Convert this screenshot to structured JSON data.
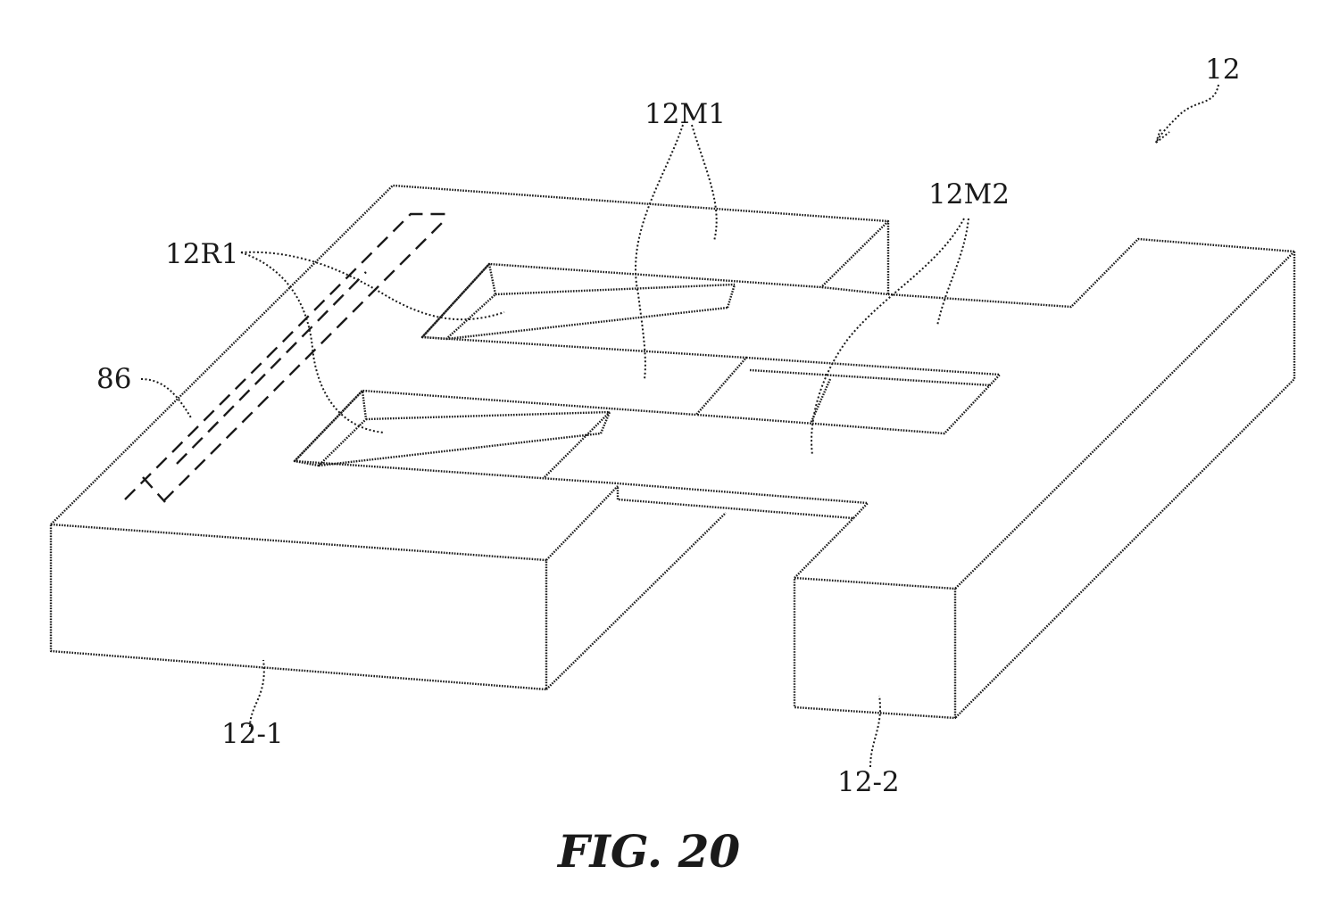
{
  "figure": {
    "caption": "FIG. 20",
    "labels": {
      "assembly": "12",
      "member_1": "12M1",
      "member_2": "12M2",
      "recess": "12R1",
      "component": "86",
      "block_left": "12-1",
      "block_right": "12-2"
    }
  }
}
